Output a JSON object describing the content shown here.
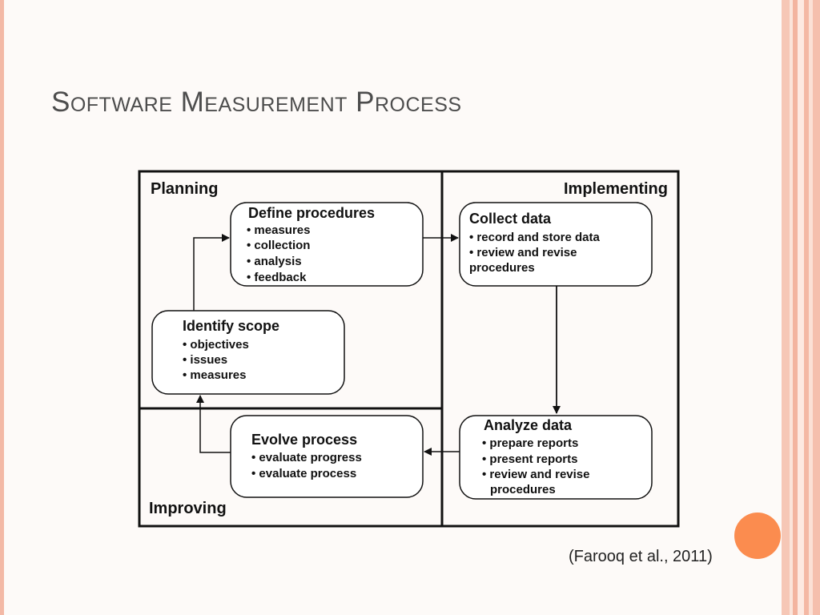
{
  "slide": {
    "title": "Software Measurement Process",
    "citation": "(Farooq et al., 2011)"
  },
  "diagram": {
    "phases": {
      "planning": "Planning",
      "implementing": "Implementing",
      "improving": "Improving"
    },
    "boxes": {
      "define_procedures": {
        "title": "Define procedures",
        "items": [
          "• measures",
          "• collection",
          "• analysis",
          "• feedback"
        ]
      },
      "collect_data": {
        "title": "Collect data",
        "items": [
          "• record and store data",
          "• review and revise",
          "procedures"
        ]
      },
      "identify_scope": {
        "title": "Identify scope",
        "items": [
          "• objectives",
          "• issues",
          "• measures"
        ]
      },
      "evolve_process": {
        "title": "Evolve process",
        "items": [
          "• evaluate progress",
          "• evaluate process"
        ]
      },
      "analyze_data": {
        "title": "Analyze data",
        "items": [
          "• prepare reports",
          "• present reports",
          "• review and revise",
          "procedures"
        ]
      }
    }
  },
  "colors": {
    "accent_orange": "#fb8c4f",
    "border_peach": "#f3b9a6",
    "title_gray": "#4d4d4d"
  }
}
